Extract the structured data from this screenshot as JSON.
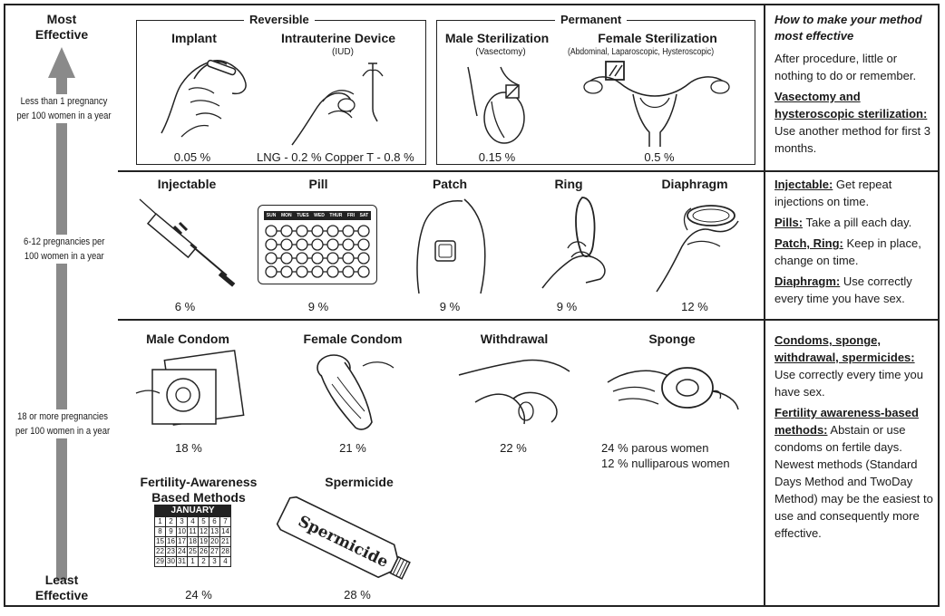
{
  "effectiveness_scale": {
    "top": [
      "Most",
      "Effective"
    ],
    "bottom": [
      "Least",
      "Effective"
    ],
    "tier1": [
      "Less than 1 pregnancy",
      "per 100 women in a year"
    ],
    "tier2": [
      "6-12 pregnancies per",
      "100 women in a year"
    ],
    "tier3": [
      "18 or more pregnancies",
      "per 100 women in a year"
    ]
  },
  "reversible": {
    "title": "Reversible",
    "implant": {
      "name": "Implant",
      "rate": "0.05 %"
    },
    "iud": {
      "name": "Intrauterine Device",
      "sub": "(IUD)",
      "rate": "LNG - 0.2 %  Copper T - 0.8 %"
    }
  },
  "permanent": {
    "title": "Permanent",
    "male": {
      "name": "Male Sterilization",
      "sub": "(Vasectomy)",
      "rate": "0.15 %"
    },
    "female": {
      "name": "Female Sterilization",
      "sub": "(Abdominal, Laparoscopic, Hysteroscopic)",
      "rate": "0.5 %"
    }
  },
  "tier2_methods": [
    {
      "name": "Injectable",
      "rate": "6 %"
    },
    {
      "name": "Pill",
      "rate": "9 %"
    },
    {
      "name": "Patch",
      "rate": "9 %"
    },
    {
      "name": "Ring",
      "rate": "9 %"
    },
    {
      "name": "Diaphragm",
      "rate": "12 %"
    }
  ],
  "pill_days": [
    "SUN",
    "MON",
    "TUES",
    "WED",
    "THUR",
    "FRI",
    "SAT"
  ],
  "tier3_methods": {
    "male_condom": {
      "name": "Male Condom",
      "rate": "18 %"
    },
    "female_condom": {
      "name": "Female Condom",
      "rate": "21 %"
    },
    "withdrawal": {
      "name": "Withdrawal",
      "rate": "22 %"
    },
    "sponge": {
      "name": "Sponge",
      "rate1": "24 % parous women",
      "rate2": "12 % nulliparous women"
    },
    "fertility": {
      "name1": "Fertility-Awareness",
      "name2": "Based Methods",
      "rate": "24 %"
    },
    "spermicide": {
      "name": "Spermicide",
      "rate": "28 %",
      "tube_text": "Spermicide"
    }
  },
  "calendar": {
    "month": "JANUARY",
    "rows": [
      [
        "1",
        "2",
        "3",
        "4",
        "5",
        "6",
        "7"
      ],
      [
        "8",
        "9",
        "10",
        "11",
        "12",
        "13",
        "14"
      ],
      [
        "15",
        "16",
        "17",
        "18",
        "19",
        "20",
        "21"
      ],
      [
        "22",
        "23",
        "24",
        "25",
        "26",
        "27",
        "28"
      ],
      [
        "29",
        "30",
        "31",
        "1",
        "2",
        "3",
        "4"
      ]
    ]
  },
  "advice": {
    "header1": "How to make your method",
    "header2": "most effective",
    "tier1_text": "After procedure, little or nothing to do or remember.",
    "tier1_u": "Vasectomy and hysteroscopic sterilization:",
    "tier1_text2": "Use another method for first 3 months.",
    "injectable_u": "Injectable:",
    "injectable_t": "Get repeat injections on time.",
    "pills_u": "Pills:",
    "pills_t": "Take a pill each day.",
    "patch_u": "Patch, Ring:",
    "patch_t": "Keep in place, change on time.",
    "diaphragm_u": "Diaphragm:",
    "diaphragm_t": "Use correctly every time you have sex.",
    "condoms_u": "Condoms, sponge, withdrawal, spermicides:",
    "condoms_t": "Use correctly every time you have sex.",
    "fab_u": "Fertility awareness-based methods:",
    "fab_t": "Abstain or use condoms on fertile days. Newest methods (Standard Days Method and TwoDay Method) may be the easiest to use and consequently more effective."
  },
  "colors": {
    "arrow": "#8a8a8a",
    "line": "#222222"
  }
}
